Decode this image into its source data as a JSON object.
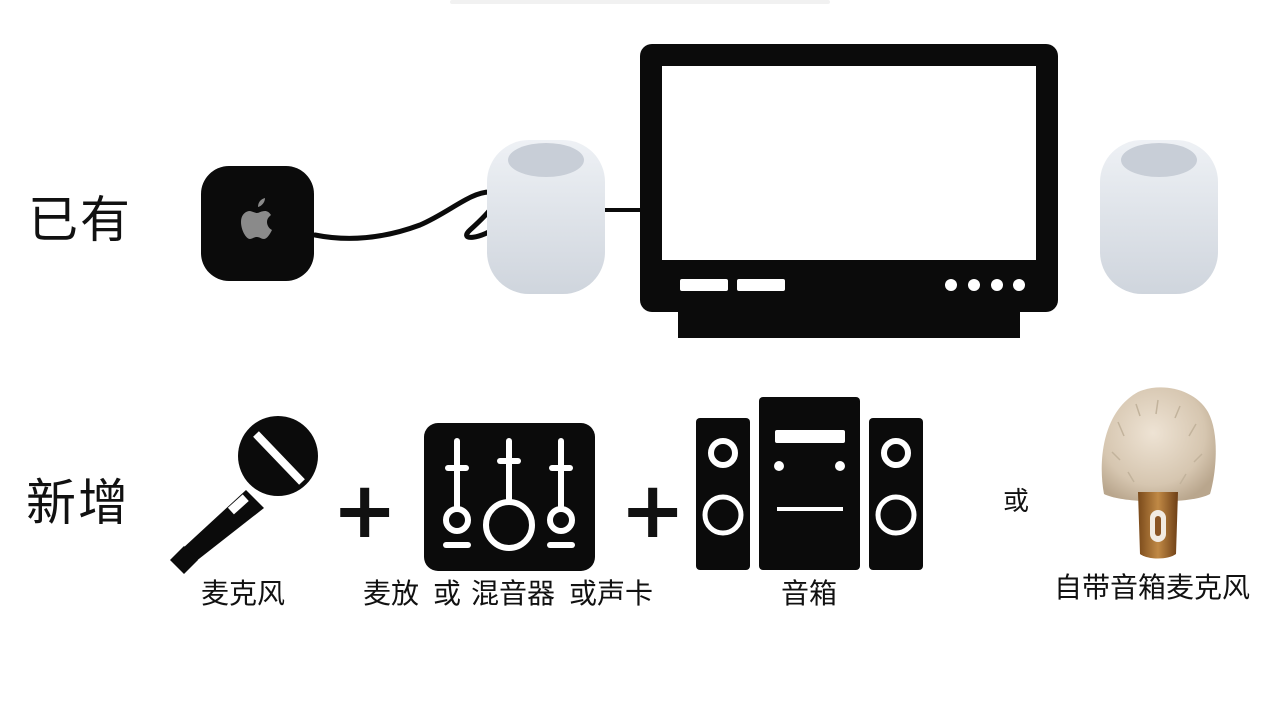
{
  "rows": {
    "existing_label": "已有",
    "new_label": "新增"
  },
  "new_items": {
    "microphone": "麦克风",
    "amp_option_1": "麦放",
    "or_1": "或",
    "amp_option_2": "混音器",
    "amp_option_3": "或声卡",
    "speakers": "音箱",
    "or_alt": "或",
    "self_speaker_mic": "自带音箱麦克风"
  },
  "operators": {
    "plus_1": "+",
    "plus_2": "+"
  },
  "icons": {
    "apple_tv": "apple-tv-icon",
    "homepod": "homepod-icon",
    "tv": "tv-icon",
    "microphone": "microphone-icon",
    "mixer": "mixer-icon",
    "speakers": "speaker-system-icon",
    "fuzzy_mic": "fuzzy-speaker-microphone-icon"
  },
  "colors": {
    "ink": "#111111",
    "homepod_light": "#e6ebf2",
    "homepod_dark": "#c8ced7",
    "fur": "#d9cab6",
    "gold": "#a46a2b"
  }
}
